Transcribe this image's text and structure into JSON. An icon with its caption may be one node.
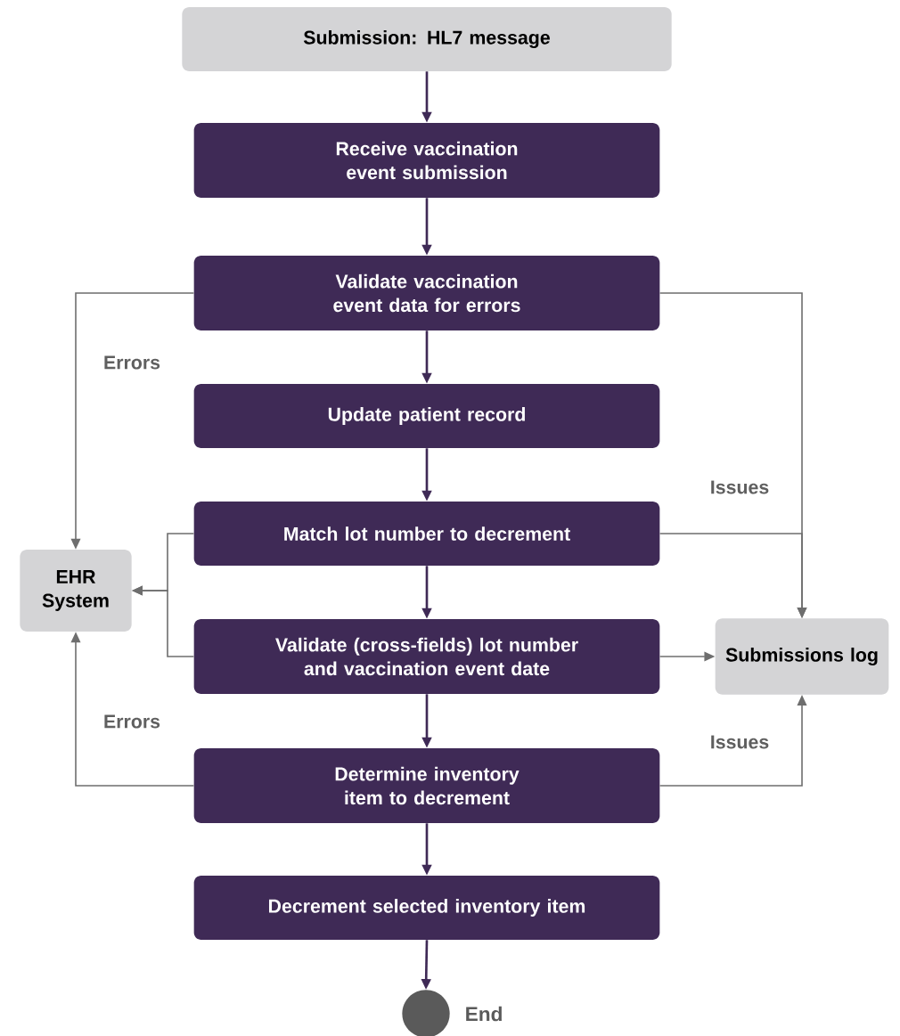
{
  "diagram": {
    "nodes": [
      {
        "text": [
          "Submission: HL7 message"
        ]
      },
      {
        "text": [
          "Receive vaccination event submission"
        ]
      },
      {
        "text": [
          "Validate vaccination event data for errors"
        ]
      },
      {
        "text": [
          "Update patient record"
        ]
      },
      {
        "text": [
          "Match lot number to decrement"
        ]
      },
      {
        "text": [
          "Validate (cross-fields) lot number and vaccination event date"
        ]
      },
      {
        "text": [
          "Determine inventory item to decrement"
        ]
      },
      {
        "text": [
          "Decrement selected inventory item"
        ]
      },
      {
        "text": [],
        "shape": "circle",
        "beside": [
          "End"
        ]
      },
      {
        "text": [
          "EHR System"
        ]
      },
      {
        "text": [
          "Submissions log"
        ]
      }
    ],
    "edges": [
      {
        "from": 0,
        "to": 1,
        "arrow": "to",
        "color": "#3f2a56"
      },
      {
        "from": 1,
        "to": 2,
        "arrow": "to",
        "color": "#3f2a56"
      },
      {
        "from": 2,
        "to": 3,
        "arrow": "to",
        "color": "#3f2a56"
      },
      {
        "from": 3,
        "to": 4,
        "arrow": "to",
        "color": "#3f2a56"
      },
      {
        "from": 4,
        "to": 5,
        "arrow": "to",
        "color": "#3f2a56"
      },
      {
        "from": 5,
        "to": 6,
        "arrow": "to",
        "color": "#3f2a56"
      },
      {
        "from": 6,
        "to": 7,
        "arrow": "to",
        "color": "#3f2a56"
      },
      {
        "from": 7,
        "to": 8,
        "arrow": "to",
        "color": "#3f2a56"
      },
      {
        "from": 2,
        "to": 9,
        "arrow": "to",
        "label": "Errors"
      },
      {
        "from": 4,
        "to": 9,
        "arrow": "to"
      },
      {
        "from": 5,
        "to": 9,
        "arrow": "to"
      },
      {
        "from": 6,
        "to": 9,
        "arrow": "to",
        "label": "Errors"
      },
      {
        "from": 2,
        "to": 10,
        "arrow": "to"
      },
      {
        "from": 4,
        "to": 10,
        "arrow": "to",
        "label": "Issues"
      },
      {
        "from": 5,
        "to": 10,
        "arrow": "to"
      },
      {
        "from": 6,
        "to": 10,
        "arrow": "to",
        "label": "Issues"
      }
    ]
  }
}
